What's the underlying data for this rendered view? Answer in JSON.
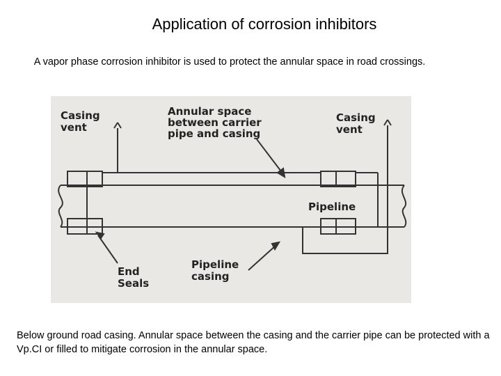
{
  "title": "Application of corrosion inhibitors",
  "subtitle": "A vapor phase corrosion inhibitor is used to protect the annular space in road crossings.",
  "diagram": {
    "labels": {
      "casing_vent_left": [
        "Casing",
        "vent"
      ],
      "annular_space": [
        "Annular space",
        "between carrier",
        "pipe and casing"
      ],
      "casing_vent_right": [
        "Casing",
        "vent"
      ],
      "pipeline": "Pipeline",
      "end_seals": [
        "End",
        "Seals"
      ],
      "pipeline_casing": [
        "Pipeline",
        "casing"
      ]
    },
    "colors": {
      "background": "#e9e8e4",
      "stroke": "#333333"
    }
  },
  "caption": "Below ground road casing. Annular space between the casing and the carrier pipe can be protected with a Vp.CI or filled to mitigate corrosion in the annular space."
}
